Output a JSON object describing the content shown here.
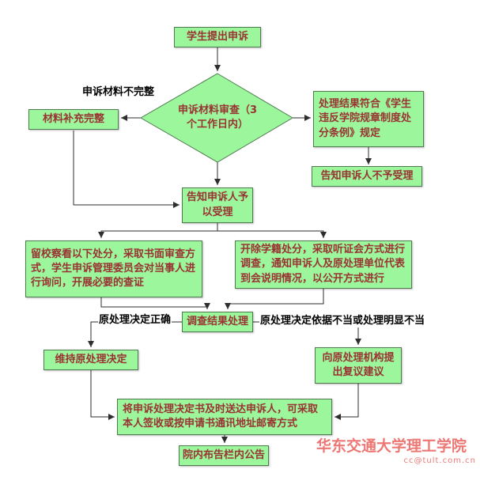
{
  "colors": {
    "node_fill": "#9cf69c",
    "node_border": "#4f7a4f",
    "node_text": "#993333",
    "edge": "#2e2e2e",
    "label_text": "#000000",
    "watermark": "#e8615c"
  },
  "nodes": {
    "start": "学生提出申诉",
    "review": "申诉材料审查（3个工作日内）",
    "supplement": "材料补充完整",
    "conform": "处理结果符合《学生违反学院规章制度处分条例》规定",
    "reject": "告知申诉人不予受理",
    "accept": "告知申诉人予以受理",
    "written_review": "留校察看以下处分，采取书面审查方式，学生申诉管理委员会对当事人进行询问，开展必要的查证",
    "hearing": "开除学籍处分，采取听证会方式进行调查，通知申诉人及原处理单位代表到会说明情况，以公开方式进行",
    "result": "调查结果处理",
    "maintain": "维持原处理决定",
    "reconsider": "向原处理机构提出复议建议",
    "deliver": "将申诉处理决定书及时送达申诉人，可采取本人签收或按申请书通讯地址邮寄方式",
    "announce": "院内布告栏内公告"
  },
  "edge_labels": {
    "incomplete": "申诉材料不完整",
    "correct": "原处理决定正确",
    "improper": "原处理决定依据不当或处理明显不当"
  },
  "watermark": {
    "line1": "华东交通大学理工学院",
    "line2": "cc@tult.com.cn"
  }
}
